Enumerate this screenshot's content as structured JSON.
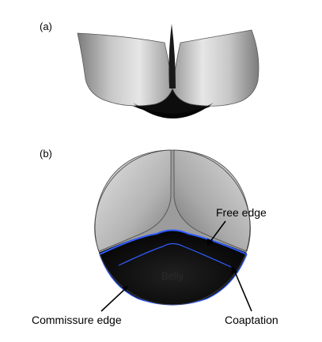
{
  "figure": {
    "panel_a_label": "(a)",
    "panel_b_label": "(b)",
    "labels": {
      "free_edge": "Free edge",
      "belly": "Belly",
      "commissure_edge": "Commissure edge",
      "coaptation": "Coaptation"
    },
    "colors": {
      "leaflet_light": "#e2e2e2",
      "leaflet_mid": "#a9a9a9",
      "leaflet_dark": "#6e6e6e",
      "belly_fill": "#0b0b0b",
      "edge_highlight": "#2f5bff"
    }
  }
}
